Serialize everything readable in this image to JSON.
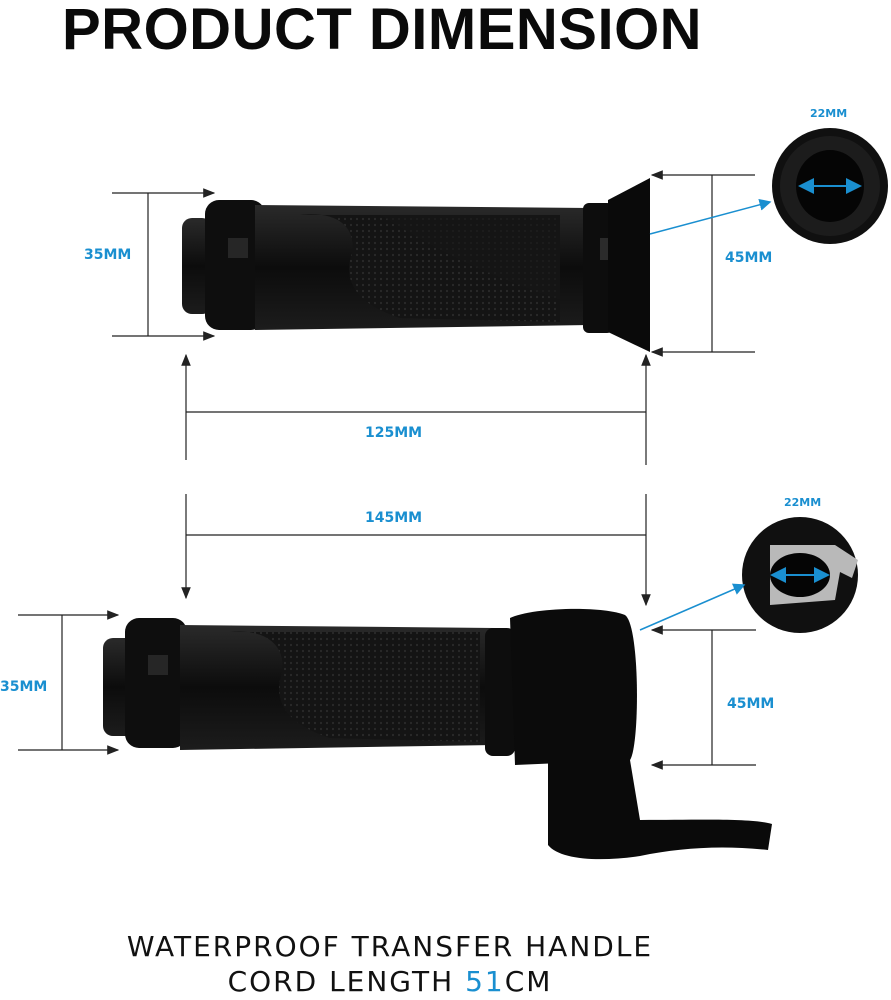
{
  "title": "PRODUCT DIMENSION",
  "top_grip": {
    "height_left": "35MM",
    "height_right": "45MM",
    "length": "125MM",
    "inner_diameter": "22MM"
  },
  "bottom_grip": {
    "height_left": "35MM",
    "height_right": "45MM",
    "length": "145MM",
    "inner_diameter": "22MM"
  },
  "caption": {
    "line1": "WATERPROOF TRANSFER HANDLE",
    "line2_prefix": "CORD LENGTH ",
    "line2_value": "51",
    "line2_unit": "CM"
  },
  "colors": {
    "accent": "#1a8fd0",
    "grip": "#111111",
    "dim_line": "#222222"
  }
}
